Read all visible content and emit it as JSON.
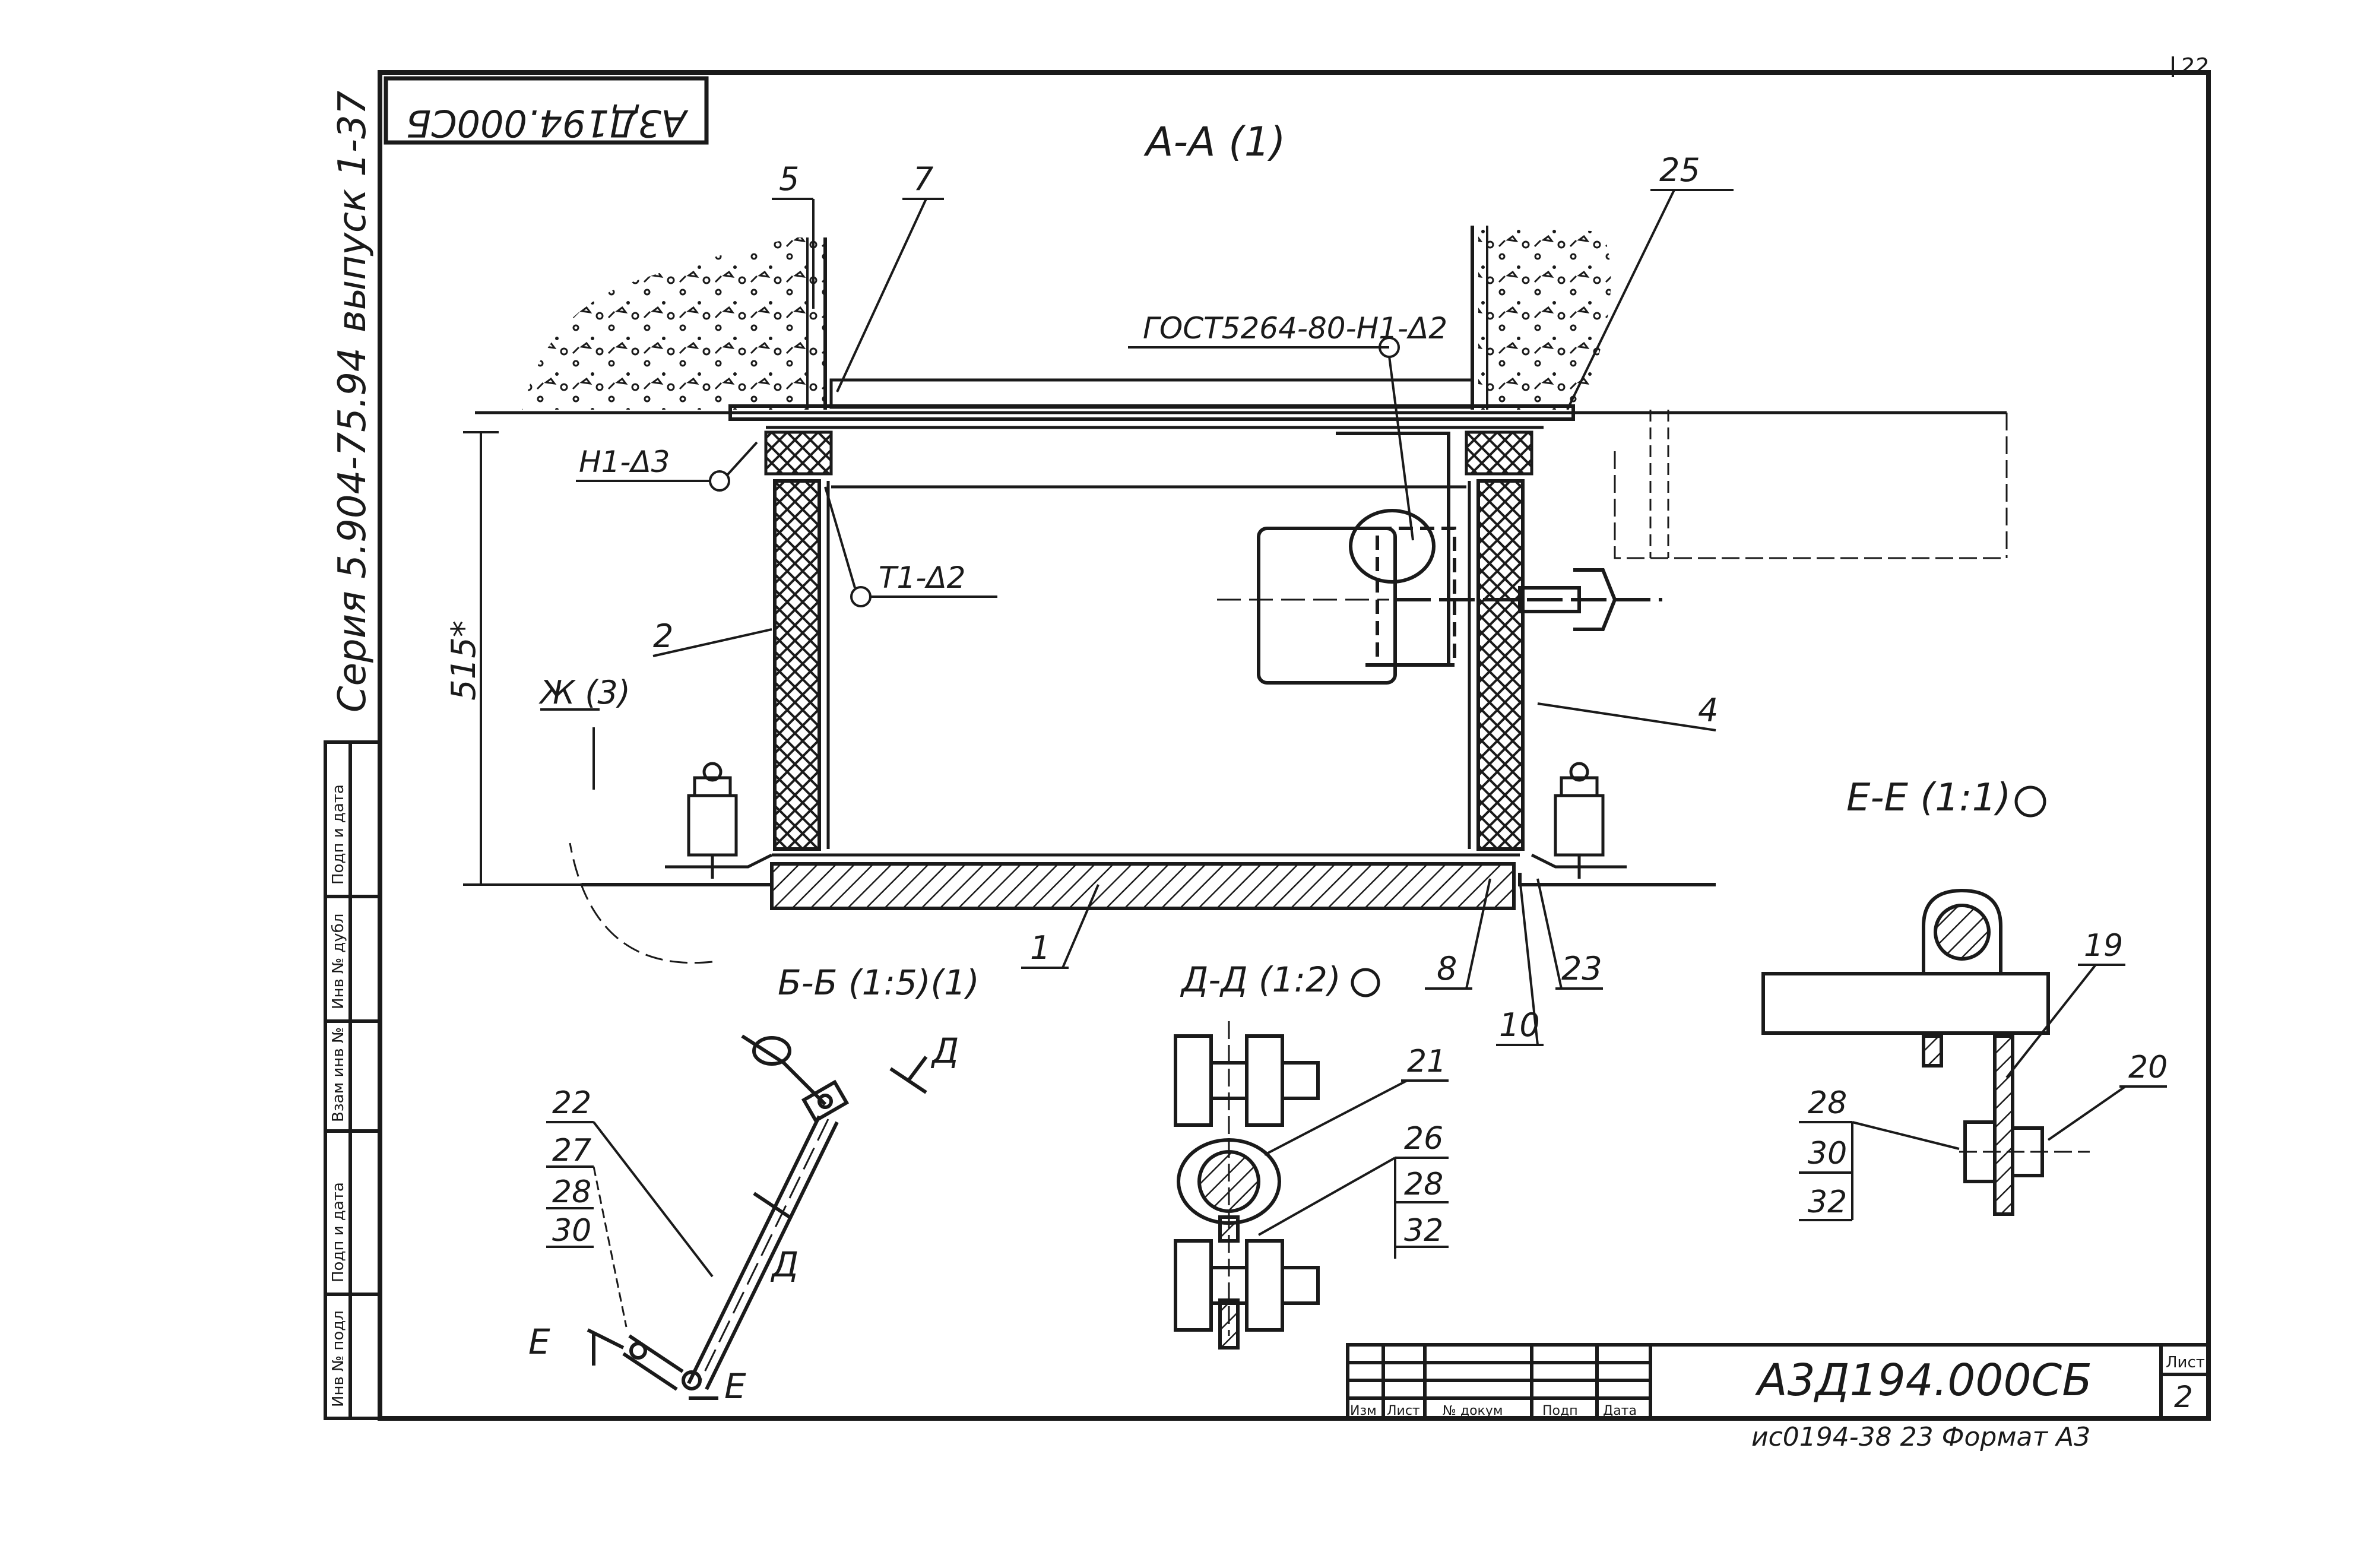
{
  "sheet": {
    "page_number": "22",
    "rotated_code": "А3Д194.000СБ",
    "series": "Серия 5.904-75.94",
    "issue": "выпуск 1-37",
    "format_note": "ис0194-38   23   Формат А3"
  },
  "views": {
    "section_aa": "А-А (1)",
    "section_bb": "Б-Б (1:5)(1)",
    "section_dd": "Д-Д (1:2)",
    "section_ee": "Е-Е (1:1)",
    "view_zh": "Ж (3)",
    "cut_letter_d": "Д",
    "cut_letter_e": "Е"
  },
  "weld_notes": {
    "gost": "ГОСТ5264-80-Н1-Δ2",
    "h1": "Н1-Δ3",
    "t1": "Т1-Δ2"
  },
  "dimensions": {
    "height": "515*"
  },
  "callouts": {
    "aa": [
      "5",
      "7",
      "25",
      "2",
      "4",
      "1",
      "8",
      "10",
      "23"
    ],
    "bb": [
      "22",
      "27",
      "28",
      "30"
    ],
    "dd": [
      "21",
      "26",
      "28",
      "32"
    ],
    "ee": [
      "19",
      "20",
      "28",
      "30",
      "32"
    ]
  },
  "side_stamp": [
    "Подп и дата",
    "Инв № дубл",
    "Взам инв №",
    "Подп и дата",
    "Инв № подл"
  ],
  "title_block": {
    "headers": [
      "Изм",
      "Лист",
      "№ докум",
      "Подп",
      "Дата"
    ],
    "document_code": "А3Д194.000СБ",
    "sheet_label": "Лист",
    "sheet_number": "2"
  },
  "colors": {
    "ink": "#1a1a1a",
    "paper": "#ffffff"
  }
}
